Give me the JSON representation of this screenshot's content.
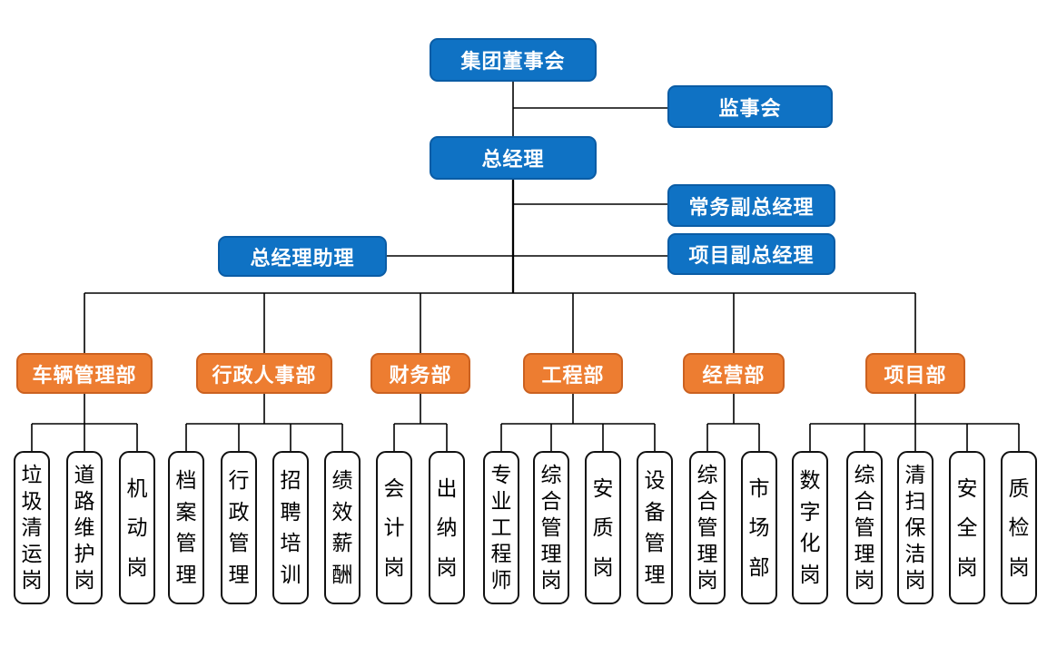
{
  "chart": {
    "type": "org-chart",
    "top_nodes": {
      "board": {
        "label": "集团董事会"
      },
      "supervisory": {
        "label": "监事会"
      },
      "gm": {
        "label": "总经理"
      },
      "exec_deputy": {
        "label": "常务副总经理"
      },
      "gm_assistant": {
        "label": "总经理助理"
      },
      "project_deputy": {
        "label": "项目副总经理"
      }
    },
    "departments": [
      {
        "label": "车辆管理部",
        "children": [
          "垃圾清运岗",
          "道路维护岗",
          "机动岗"
        ]
      },
      {
        "label": "行政人事部",
        "children": [
          "档案管理",
          "行政管理",
          "招聘培训",
          "绩效薪酬"
        ]
      },
      {
        "label": "财务部",
        "children": [
          "会计岗",
          "出纳岗"
        ]
      },
      {
        "label": "工程部",
        "children": [
          "专业工程师",
          "综合管理岗",
          "安质岗",
          "设备管理"
        ]
      },
      {
        "label": "经营部",
        "children": [
          "综合管理岗",
          "市场部"
        ]
      },
      {
        "label": "项目部",
        "children": [
          "数字化岗",
          "综合管理岗",
          "清扫保洁岗",
          "安全岗",
          "质检岗"
        ]
      }
    ],
    "colors": {
      "blue_fill": "#0F72C4",
      "blue_border": "#0A5CA5",
      "orange_fill": "#ED7D31",
      "orange_border": "#CB6120",
      "post_fill": "#FFFFFF",
      "post_border": "#111111",
      "line": "#000000",
      "text_on_color": "#FFFFFF",
      "text_on_white": "#000000"
    }
  }
}
